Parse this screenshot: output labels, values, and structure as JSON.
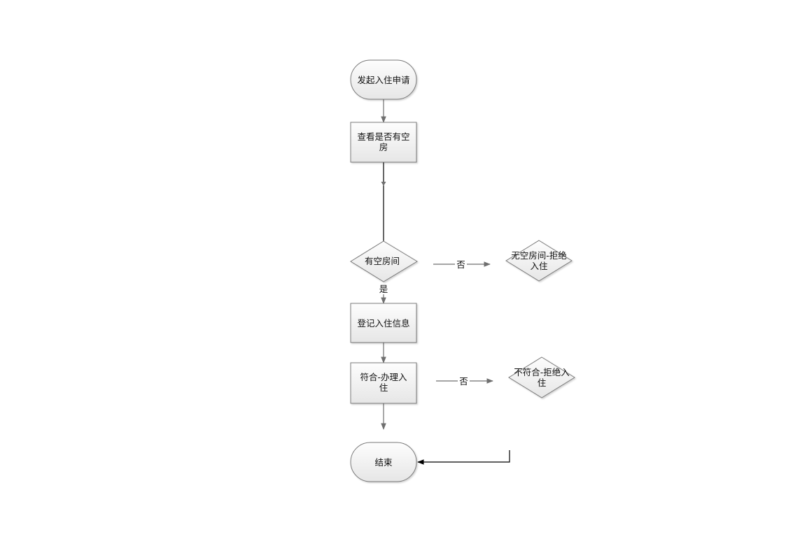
{
  "diagram": {
    "type": "flowchart",
    "nodes": [
      {
        "id": "start",
        "shape": "terminator",
        "lines": [
          "发起入住申请"
        ]
      },
      {
        "id": "check",
        "shape": "process",
        "lines": [
          "查看是否有空",
          "房"
        ]
      },
      {
        "id": "has_room",
        "shape": "decision",
        "lines": [
          "有空房间"
        ]
      },
      {
        "id": "no_room",
        "shape": "decision",
        "lines": [
          "无空房间-拒绝",
          "入住"
        ]
      },
      {
        "id": "register",
        "shape": "process",
        "lines": [
          "登记入住信息"
        ]
      },
      {
        "id": "ok",
        "shape": "process",
        "lines": [
          "符合-办理入",
          "住"
        ]
      },
      {
        "id": "not_ok",
        "shape": "decision",
        "lines": [
          "不符合-拒绝入",
          "住"
        ]
      },
      {
        "id": "end",
        "shape": "terminator",
        "lines": [
          "结束"
        ]
      }
    ],
    "edges": [
      {
        "from": "start",
        "to": "check",
        "label": ""
      },
      {
        "from": "check",
        "to": "has_room",
        "label": ""
      },
      {
        "from": "has_room",
        "to": "no_room",
        "label": "否"
      },
      {
        "from": "has_room",
        "to": "register",
        "label": "是"
      },
      {
        "from": "register",
        "to": "ok",
        "label": ""
      },
      {
        "from": "ok",
        "to": "not_ok",
        "label": "否"
      },
      {
        "from": "ok",
        "to": "end",
        "label": ""
      },
      {
        "from": "not_ok",
        "to": "end",
        "label": ""
      }
    ],
    "colors": {
      "node_fill_top": "#fdfdfd",
      "node_fill_bottom": "#e6e6e6",
      "node_stroke": "#7a7a7a",
      "connector_gray": "#6f6f6f",
      "connector_black": "#000000"
    }
  }
}
